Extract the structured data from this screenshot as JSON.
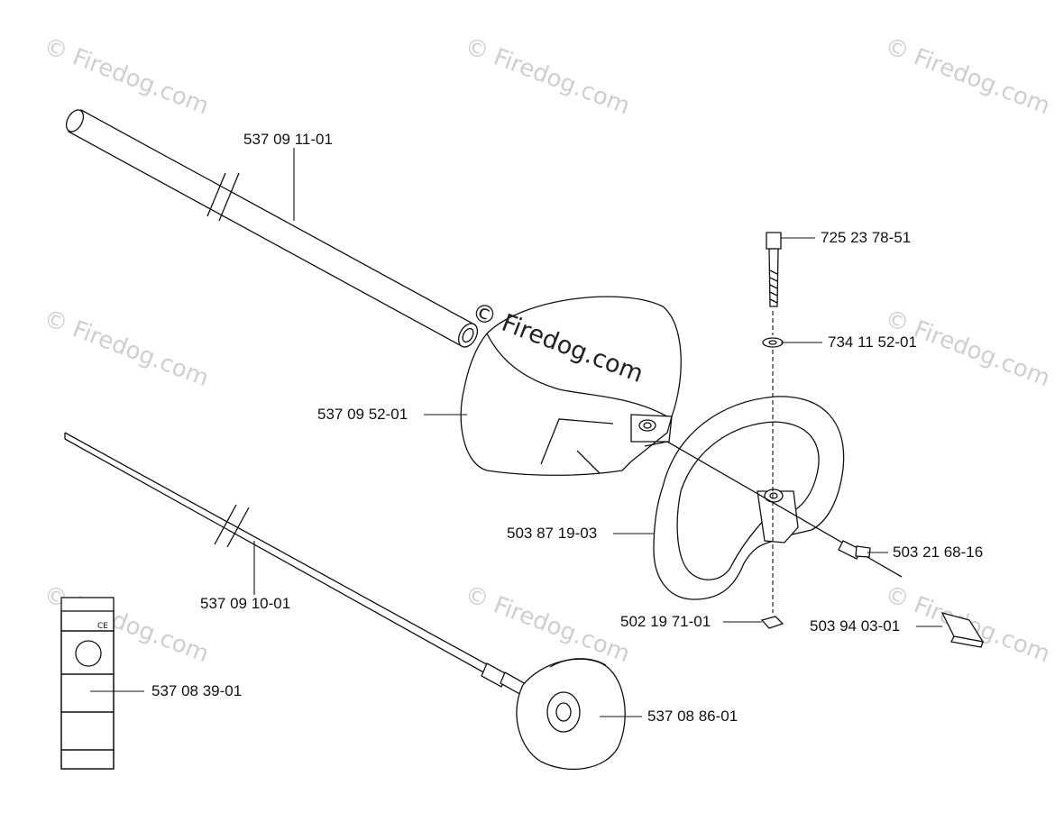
{
  "watermark": "© Firedog.com",
  "parts": [
    {
      "id": "tube",
      "number": "537 09 11-01"
    },
    {
      "id": "bolt",
      "number": "725 23 78-51"
    },
    {
      "id": "washer",
      "number": "734 11 52-01"
    },
    {
      "id": "guard",
      "number": "537 09 52-01"
    },
    {
      "id": "handle",
      "number": "503 87 19-03"
    },
    {
      "id": "screw",
      "number": "503 21 68-16"
    },
    {
      "id": "nut",
      "number": "502 19 71-01"
    },
    {
      "id": "clip",
      "number": "503 94 03-01"
    },
    {
      "id": "shaft",
      "number": "537 09 10-01"
    },
    {
      "id": "decal",
      "number": "537 08 39-01"
    },
    {
      "id": "cover",
      "number": "537 08 86-01"
    }
  ]
}
